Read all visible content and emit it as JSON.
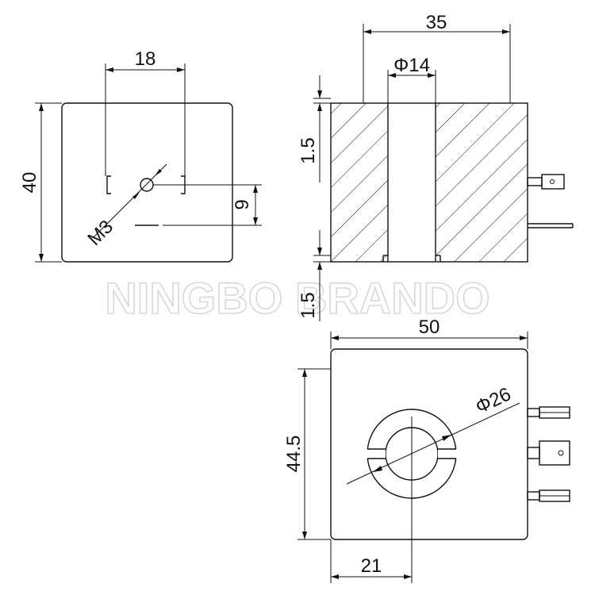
{
  "watermark": "NINGBO BRANDO",
  "front_view": {
    "width_label": "18",
    "height_label": "40",
    "thread_label": "M3",
    "offset_label": "9"
  },
  "section_view": {
    "width_label": "35",
    "bore_label": "Φ14",
    "top_wall_label": "1.5",
    "bottom_wall_label": "1.5"
  },
  "bottom_view": {
    "width_label": "50",
    "height_label": "44.5",
    "outer_dia_label": "Φ26",
    "center_offset_label": "21"
  }
}
